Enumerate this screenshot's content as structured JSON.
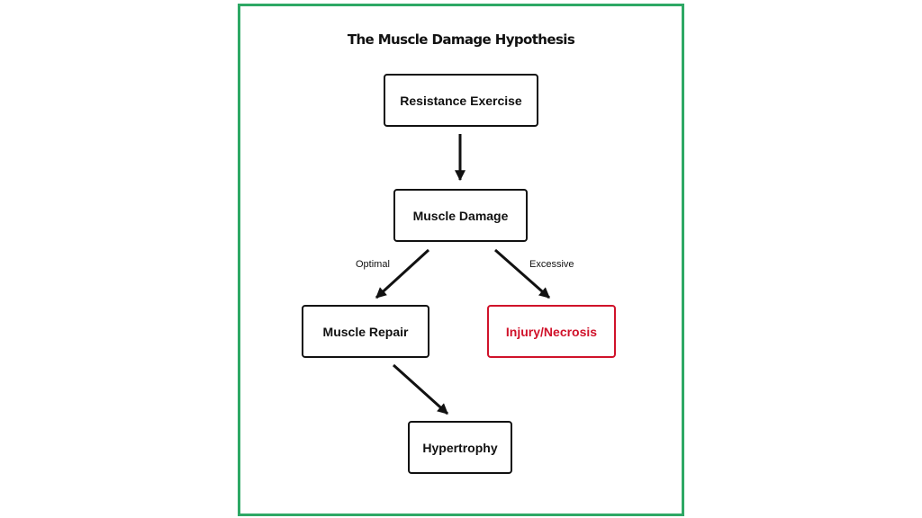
{
  "diagram": {
    "title": "The Muscle Damage Hypothesis",
    "nodes": {
      "resistance_exercise": "Resistance Exercise",
      "muscle_damage": "Muscle Damage",
      "muscle_repair": "Muscle Repair",
      "injury_necrosis": "Injury/Necrosis",
      "hypertrophy": "Hypertrophy"
    },
    "edge_labels": {
      "optimal": "Optimal",
      "excessive": "Excessive"
    },
    "edges": [
      {
        "from": "Resistance Exercise",
        "to": "Muscle Damage"
      },
      {
        "from": "Muscle Damage",
        "to": "Muscle Repair",
        "label": "Optimal"
      },
      {
        "from": "Muscle Damage",
        "to": "Injury/Necrosis",
        "label": "Excessive"
      },
      {
        "from": "Muscle Repair",
        "to": "Hypertrophy"
      }
    ],
    "colors": {
      "frame": "#2ea865",
      "default": "#111111",
      "warning": "#d0122a"
    }
  }
}
